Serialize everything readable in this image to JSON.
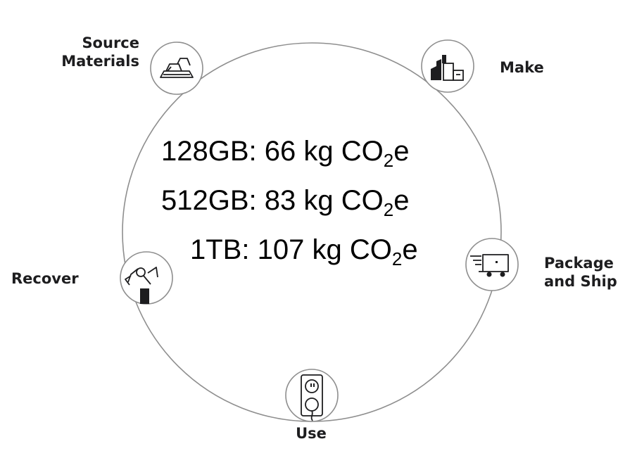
{
  "stages": {
    "source": "Source\nMaterials",
    "make": "Make",
    "package": "Package\nand Ship",
    "use": "Use",
    "recover": "Recover"
  },
  "icons": {
    "source": "materials-bars-icon",
    "make": "factory-boxes-icon",
    "package": "delivery-truck-icon",
    "use": "power-outlet-icon",
    "recover": "robot-arm-icon"
  },
  "footprints": [
    {
      "capacity": "128GB:",
      "amount": "66 kg",
      "unit": "CO",
      "subscript": "2",
      "suffix": "e"
    },
    {
      "capacity": "512GB:",
      "amount": "83 kg",
      "unit": "CO",
      "subscript": "2",
      "suffix": "e"
    },
    {
      "capacity": "1TB:",
      "amount": "107 kg",
      "unit": "CO",
      "subscript": "2",
      "suffix": "e"
    }
  ],
  "colors": {
    "ring": "#8e8e8e",
    "text": "#1d1d1f",
    "icon": "#1d1d1f"
  }
}
